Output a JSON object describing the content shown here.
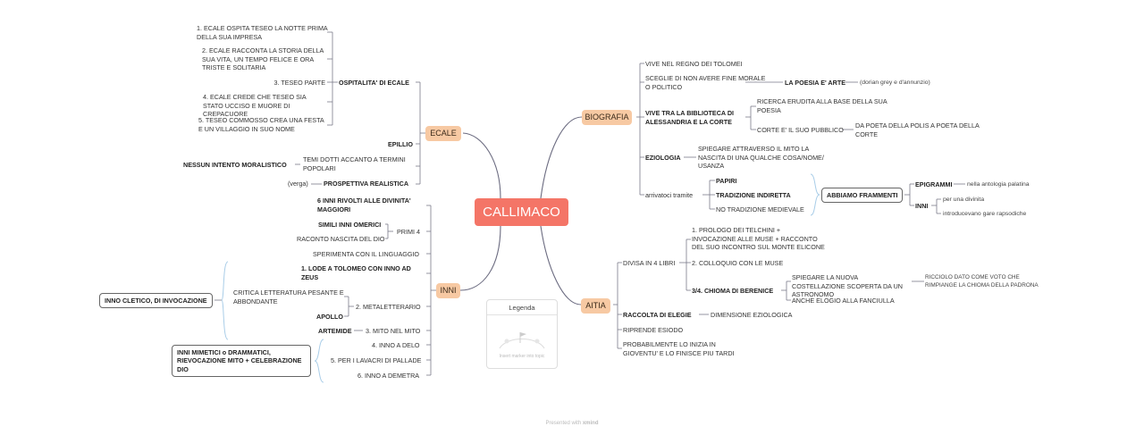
{
  "central": "CALLIMACO",
  "branches": {
    "ecale": "ECALE",
    "inni": "INNI",
    "biografia": "BIOGRAFIA",
    "aitia": "AITIA"
  },
  "ecale": {
    "ospitalita": "OSPITALITA' DI ECALE",
    "items": [
      "1. ECALE OSPITA TESEO LA NOTTE PRIMA DELLA SUA IMPRESA",
      "2. ECALE RACCONTA LA STORIA DELLA SUA VITA, UN TEMPO FELICE E ORA TRISTE E SOLITARIA",
      "3. TESEO PARTE",
      "4. ECALE CREDE CHE TESEO SIA STATO UCCISO E MUORE DI CREPACUORE",
      "5. TESEO COMMOSSO CREA UNA FESTA E UN VILLAGGIO IN SUO NOME"
    ],
    "epillio": "EPILLIO",
    "temi": "TEMI DOTTI ACCANTO A TERMINI POPOLARI",
    "nessun": "NESSUN INTENTO MORALISTICO",
    "prospettiva": "PROSPETTIVA REALISTICA",
    "verga": "(verga)"
  },
  "inni": {
    "sei": "6 INNI RIVOLTI ALLE DIVINITA' MAGGIORI",
    "primi4": "PRIMI 4",
    "simili": "SIMILI INNI OMERICI",
    "racconto": "RACONTO NASCITA DEL DIO",
    "sperimenta": "SPERIMENTA CON IL LINGUAGGIO",
    "lode": "1. LODE A TOLOMEO CON INNO AD ZEUS",
    "metaletterario": "2. METALETTERARIO",
    "critica": "CRITICA LETTERATURA PESANTE E ABBONDANTE",
    "apollo": "APOLLO",
    "mito": "3. MITO NEL MITO",
    "artemide": "ARTEMIDE",
    "delo": "4. INNO A DELO",
    "pallade": "5. PER I LAVACRI DI PALLADE",
    "demetra": "6. INNO A DEMETRA",
    "cletico": "INNO CLETICO, DI INVOCAZIONE",
    "mimetici": "INNI MIMETICI o DRAMMATICI, RIEVOCAZIONE MITO + CELEBRAZIONE DIO"
  },
  "biografia": {
    "regno": "VIVE NEL REGNO DEI TOLOMEI",
    "sceglie": "SCEGLIE DI NON AVERE FINE MORALE O POLITICO",
    "poesia_arte": "LA POESIA E' ARTE",
    "dorian": "(dorian grey e d'annunzio)",
    "vive_tra": "VIVE TRA LA BIBLIOTECA DI ALESSANDRIA E LA CORTE",
    "ricerca": "RICERCA ERUDITA ALLA BASE DELLA SUA POESIA",
    "corte": "CORTE E' IL SUO PUBBLICO",
    "da_poeta": "DA POETA DELLA POLIS A POETA DELLA CORTE",
    "eziologia": "EZIOLOGIA",
    "spiegare": "SPIEGARE ATTRAVERSO IL MITO LA NASCITA DI UNA QUALCHE COSA/NOME/ USANZA",
    "arrivatoci": "arrivatoci tramite",
    "papiri": "PAPIRI",
    "tradizione": "TRADIZIONE INDIRETTA",
    "no_tradizione": "NO TRADIZIONE MEDIEVALE",
    "abbiamo": "ABBIAMO FRAMMENTI",
    "epigrammi": "EPIGRAMMI",
    "antologia": "nella antologia palatina",
    "inni": "INNI",
    "per_divinita": "per una divinita",
    "introducevano": "introducevano gare rapsodiche"
  },
  "aitia": {
    "divisa": "DIVISA IN 4 LIBRI",
    "prologo": "1. PROLOGO DEI TELCHINI + INVOCAZIONE ALLE MUSE + RACCONTO DEL SUO INCONTRO SUL MONTE ELICONE",
    "colloquio": "2. COLLOQUIO CON LE MUSE",
    "chioma": "3/4. CHIOMA DI BERENICE",
    "spiegare": "SPIEGARE LA NUOVA COSTELLAZIONE SCOPERTA DA UN ASTRONOMO",
    "ricciolo": "RICCIOLO DATO COME VOTO CHE RIMPIANGE LA CHIOMA DELLA PADRONA",
    "elogio": "ANCHE ELOGIO ALLA FANCIULLA",
    "raccolta": "RACCOLTA DI ELEGIE",
    "dimensione": "DIMENSIONE EZIOLOGICA",
    "riprende": "RIPRENDE ESIODO",
    "probabilmente": "PROBABILMENTE LO INIZIA IN GIOVENTU' E LO FINISCE PIU TARDI"
  },
  "legend": {
    "title": "Legenda",
    "hint": "Insert marker into topic"
  },
  "footer": {
    "prefix": "Presented with",
    "brand": "xmind"
  },
  "colors": {
    "central": "#f47567",
    "branch": "#f7c9a3",
    "line": "#6b6b80",
    "bracket": "#a9cde8"
  }
}
